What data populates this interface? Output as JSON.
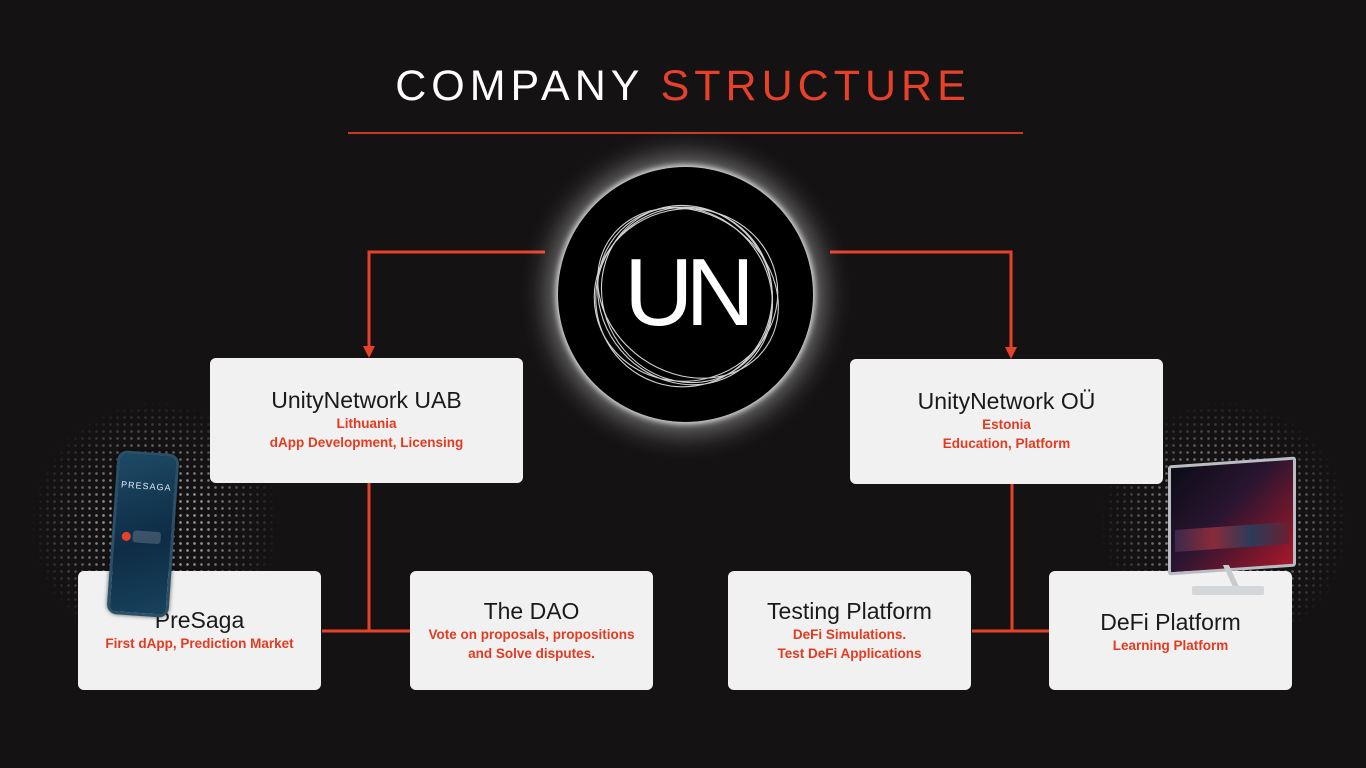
{
  "title": {
    "word1": "COMPANY",
    "word2": "STRUCTURE"
  },
  "colors": {
    "background": "#141213",
    "accent": "#e7412a",
    "box": "#f1f1f1"
  },
  "logo": {
    "text": "UN"
  },
  "entities": {
    "uab": {
      "name": "UnityNetwork UAB",
      "line1": "Lithuania",
      "line2": "dApp Development, Licensing"
    },
    "ou": {
      "name": "UnityNetwork OÜ",
      "line1": "Estonia",
      "line2": "Education, Platform"
    },
    "presaga": {
      "name": "PreSaga",
      "line1": "First dApp, Prediction Market"
    },
    "dao": {
      "name": "The DAO",
      "line1": "Vote on proposals, propositions",
      "line2": "and Solve disputes."
    },
    "testing": {
      "name": "Testing Platform",
      "line1": "DeFi Simulations.",
      "line2": "Test DeFi Applications"
    },
    "defi": {
      "name": "DeFi Platform",
      "line1": "Learning Platform"
    }
  },
  "images": {
    "phone_brand": "PRESAGA"
  }
}
